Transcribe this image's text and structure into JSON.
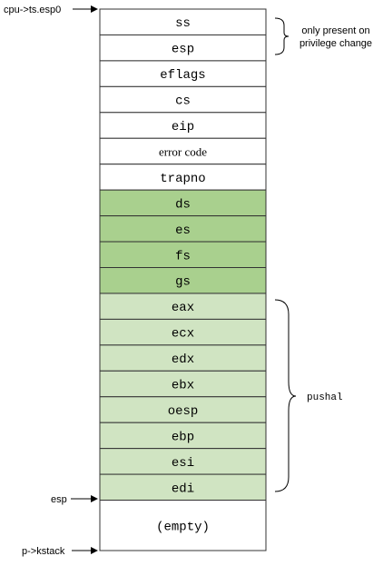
{
  "pointers": {
    "top_label": "cpu->ts.esp0",
    "esp_label": "esp",
    "kstack_label": "p->kstack"
  },
  "cells": [
    {
      "label": "ss",
      "fill": "#ffffff",
      "font": "mono"
    },
    {
      "label": "esp",
      "fill": "#ffffff",
      "font": "mono"
    },
    {
      "label": "eflags",
      "fill": "#ffffff",
      "font": "mono"
    },
    {
      "label": "cs",
      "fill": "#ffffff",
      "font": "mono"
    },
    {
      "label": "eip",
      "fill": "#ffffff",
      "font": "mono"
    },
    {
      "label": "error code",
      "fill": "#ffffff",
      "font": "serif"
    },
    {
      "label": "trapno",
      "fill": "#ffffff",
      "font": "mono"
    },
    {
      "label": "ds",
      "fill": "#a9d08e",
      "font": "mono"
    },
    {
      "label": "es",
      "fill": "#a9d08e",
      "font": "mono"
    },
    {
      "label": "fs",
      "fill": "#a9d08e",
      "font": "mono"
    },
    {
      "label": "gs",
      "fill": "#a9d08e",
      "font": "mono"
    },
    {
      "label": "eax",
      "fill": "#d0e4c2",
      "font": "mono"
    },
    {
      "label": "ecx",
      "fill": "#d0e4c2",
      "font": "mono"
    },
    {
      "label": "edx",
      "fill": "#d0e4c2",
      "font": "mono"
    },
    {
      "label": "ebx",
      "fill": "#d0e4c2",
      "font": "mono"
    },
    {
      "label": "oesp",
      "fill": "#d0e4c2",
      "font": "mono"
    },
    {
      "label": "ebp",
      "fill": "#d0e4c2",
      "font": "mono"
    },
    {
      "label": "esi",
      "fill": "#d0e4c2",
      "font": "mono"
    },
    {
      "label": "edi",
      "fill": "#d0e4c2",
      "font": "mono"
    },
    {
      "label": "(empty)",
      "fill": "#ffffff",
      "font": "mono"
    }
  ],
  "annotations": {
    "privilege_line1": "only present on",
    "privilege_line2": "privilege change",
    "pushal": "pushal"
  }
}
